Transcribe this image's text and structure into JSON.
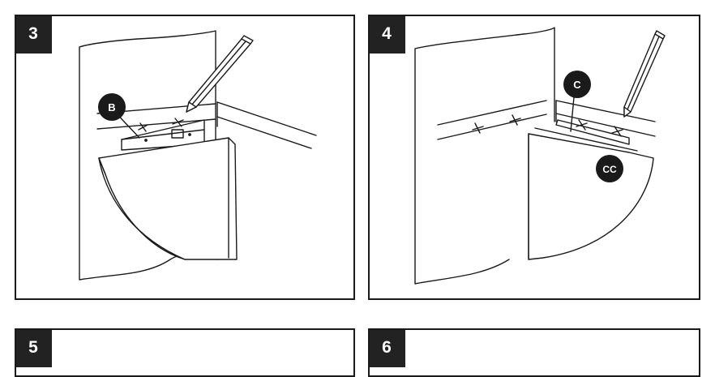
{
  "steps": [
    {
      "number": "3",
      "callouts": [
        "B"
      ]
    },
    {
      "number": "4",
      "callouts": [
        "C",
        "CC"
      ]
    },
    {
      "number": "5"
    },
    {
      "number": "6"
    }
  ],
  "colors": {
    "ink": "#1a1a1a",
    "badge": "#222222",
    "paper": "#ffffff"
  }
}
